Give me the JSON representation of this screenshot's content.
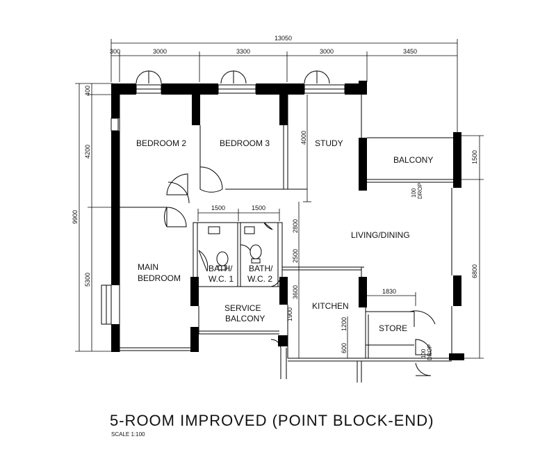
{
  "title": "5-ROOM IMPROVED (POINT BLOCK-END)",
  "scale": "SCALE 1:100",
  "rooms": {
    "bedroom2": "BEDROOM 2",
    "bedroom3": "BEDROOM 3",
    "study": "STUDY",
    "balcony": "BALCONY",
    "living": "LIVING/DINING",
    "main_bedroom_1": "MAIN",
    "main_bedroom_2": "BEDROOM",
    "bath1_a": "BATH/",
    "bath1_b": "W.C. 1",
    "bath2_a": "BATH/",
    "bath2_b": "W.C. 2",
    "service_1": "SERVICE",
    "service_2": "BALCONY",
    "kitchen": "KITCHEN",
    "store": "STORE"
  },
  "dims": {
    "overall_width": "13050",
    "top_300": "300",
    "top_3000a": "3000",
    "top_3300": "3300",
    "top_3000b": "3000",
    "top_3450": "3450",
    "left_total": "9900",
    "left_400": "400",
    "left_4200": "4200",
    "left_5300": "5300",
    "inner_1500a": "1500",
    "inner_1500b": "1500",
    "study_4000": "4000",
    "v_2800": "2800",
    "v_2500": "2500",
    "v_3600": "3600",
    "v_1900": "1900",
    "v_1200": "1200",
    "v_600": "600",
    "store_1830": "1830",
    "balcony_1500": "1500",
    "right_6800": "6800",
    "drop_100a": "100",
    "drop_a": "DROP",
    "drop_100b": "100",
    "drop_b": "DROP"
  }
}
